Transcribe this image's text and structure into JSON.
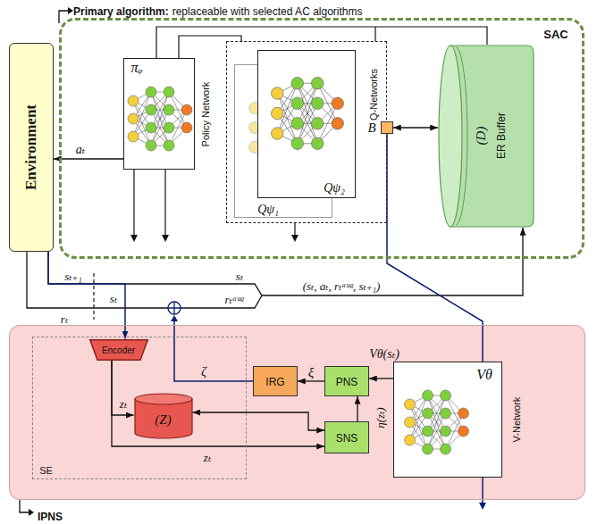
{
  "diagram": {
    "nodes": [
      {
        "text": [
          "SAC"
        ]
      },
      {
        "text": [
          "Environment"
        ]
      },
      {
        "text": [
          "πᵩ",
          "Policy Network"
        ],
        "in": 0
      },
      {
        "text": [
          "Q-Networks"
        ],
        "in": 0
      },
      {
        "text": [
          "Qψ₁"
        ],
        "in": 3
      },
      {
        "text": [
          "Qψ₂"
        ],
        "in": 3
      },
      {
        "text": [
          "(D)",
          "ER Buffer"
        ],
        "in": 0
      },
      {
        "text": [
          "B"
        ],
        "in": 0
      },
      {
        "text": [
          "IPNS"
        ]
      },
      {
        "text": [
          "SE"
        ],
        "in": 8
      },
      {
        "text": [
          "Encoder"
        ],
        "in": 9
      },
      {
        "text": [
          "(Z)"
        ],
        "in": 9
      },
      {
        "text": [
          "IRG"
        ],
        "in": 8
      },
      {
        "text": [
          "PNS"
        ],
        "in": 8
      },
      {
        "text": [
          "SNS"
        ],
        "in": 8
      },
      {
        "text": [
          "Vθ",
          "V-Network"
        ],
        "in": 8
      }
    ],
    "edges": [
      {
        "from": 2,
        "to": 1,
        "arrow": "to",
        "label": "aₜ"
      },
      {
        "from": 1,
        "to": 6,
        "arrow": "to",
        "label": "(sₜ, aₜ, rₜᵃᵘᵍ, sₜ₊₁)"
      },
      {
        "from": 1,
        "to": 10,
        "arrow": "to",
        "label": "sₜ"
      },
      {
        "from": 7,
        "to": 15,
        "arrow": "none"
      },
      {
        "from": 7,
        "to": 6,
        "arrow": "both"
      },
      {
        "from": 10,
        "to": 11,
        "arrow": "to",
        "label": "zₜ"
      },
      {
        "from": 10,
        "to": 14,
        "arrow": "to",
        "label": "zₜ"
      },
      {
        "from": 11,
        "to": 14,
        "arrow": "both"
      },
      {
        "from": 14,
        "to": 13,
        "arrow": "to",
        "label": "η(zₜ)"
      },
      {
        "from": 15,
        "to": 13,
        "arrow": "to",
        "label": "Vθ(sₜ)"
      },
      {
        "from": 13,
        "to": 12,
        "arrow": "to",
        "label": "ξ"
      }
    ],
    "labels": [
      "Primary algorithm:",
      "replaceable with selected AC algorithms",
      "sₜ₊₁",
      "sₜ",
      "rₜ",
      "rₜᵃᵘᵍ",
      "ζ"
    ]
  }
}
